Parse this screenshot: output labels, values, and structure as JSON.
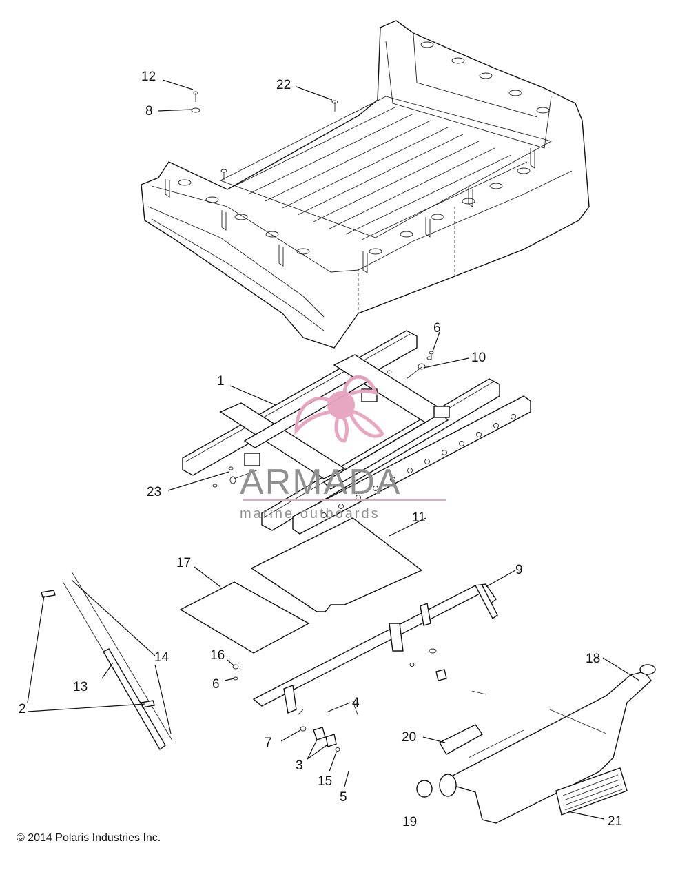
{
  "callouts": {
    "c1": "1",
    "c2": "2",
    "c3": "3",
    "c4": "4",
    "c5": "5",
    "c6a": "6",
    "c6b": "6",
    "c7": "7",
    "c8": "8",
    "c9": "9",
    "c10": "10",
    "c11": "11",
    "c12": "12",
    "c13": "13",
    "c14": "14",
    "c15": "15",
    "c16": "16",
    "c17": "17",
    "c18": "18",
    "c19": "19",
    "c20": "20",
    "c21": "21",
    "c22": "22",
    "c23": "23"
  },
  "watermark": {
    "brand": "ARMADA",
    "tagline": "marine outboards",
    "color": "#e7a3bd"
  },
  "copyright": "© 2014 Polaris Industries Inc."
}
